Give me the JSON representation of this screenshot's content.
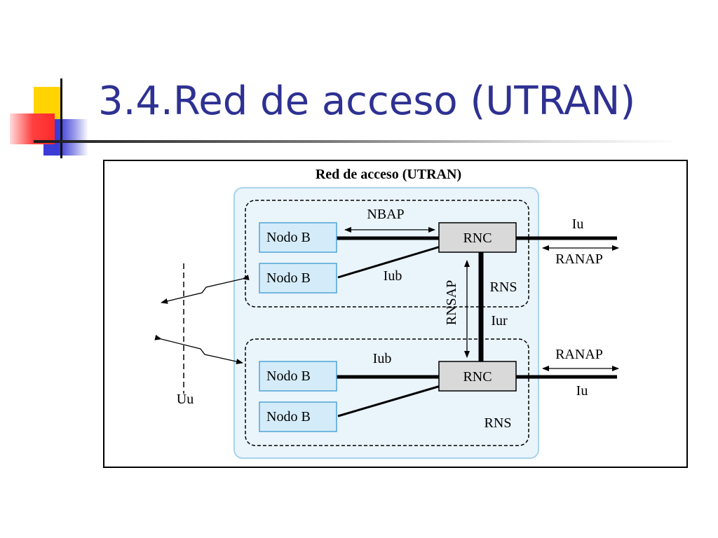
{
  "slide": {
    "title": "3.4.Red de acceso (UTRAN)"
  },
  "diagram": {
    "title": "Red de acceso (UTRAN)",
    "node_b_label": "Nodo B",
    "rnc_label": "RNC",
    "labels": {
      "nbap": "NBAP",
      "iub_top": "Iub",
      "iub_bottom": "Iub",
      "rnsap": "RNSAP",
      "rns_top": "RNS",
      "rns_bottom": "RNS",
      "iur": "Iur",
      "iu_top": "Iu",
      "ranap_top": "RANAP",
      "ranap_bottom": "RANAP",
      "iu_bottom": "Iu",
      "uu": "Uu"
    },
    "colors": {
      "title": "#2e3192",
      "utran_background": "#eaf4fb",
      "utran_border": "#a8d4ec",
      "node_b_fill": "#d4ecf9",
      "node_b_border": "#4fa3d6",
      "rnc_fill": "#d9d9d9"
    }
  }
}
